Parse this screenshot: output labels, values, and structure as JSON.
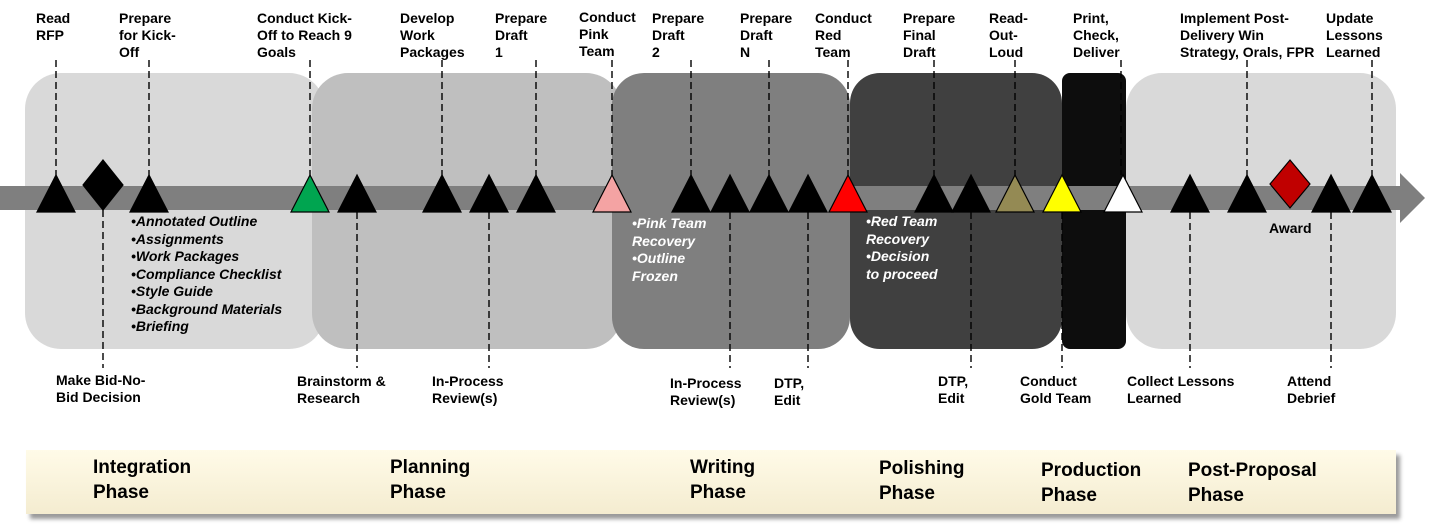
{
  "top_labels": [
    {
      "id": "read-rfp",
      "text": "Read\nRFP"
    },
    {
      "id": "prepare-kickoff",
      "text": "Prepare\nfor Kick-\nOff"
    },
    {
      "id": "conduct-kickoff",
      "text": "Conduct Kick-\nOff to Reach 9\nGoals"
    },
    {
      "id": "develop-wp",
      "text": "Develop\nWork\nPackages"
    },
    {
      "id": "prepare-draft-1",
      "text": "Prepare\nDraft\n1"
    },
    {
      "id": "conduct-pink",
      "text": "Conduct\nPink\nTeam"
    },
    {
      "id": "prepare-draft-2",
      "text": "Prepare\nDraft\n2"
    },
    {
      "id": "prepare-draft-n",
      "text": "Prepare\nDraft\nN"
    },
    {
      "id": "conduct-red",
      "text": "Conduct\nRed\nTeam"
    },
    {
      "id": "prepare-final",
      "text": "Prepare\nFinal\nDraft"
    },
    {
      "id": "read-out-loud",
      "text": "Read-\nOut-\nLoud"
    },
    {
      "id": "print-check",
      "text": "Print,\nCheck,\nDeliver"
    },
    {
      "id": "implement-post",
      "text": "Implement Post-\nDelivery Win\nStrategy, Orals, FPR"
    },
    {
      "id": "update-lessons",
      "text": "Update\nLessons\nLearned"
    }
  ],
  "bottom_labels": [
    {
      "id": "bid-no-bid",
      "text": "Make Bid-No-\nBid Decision"
    },
    {
      "id": "brainstorm",
      "text": "Brainstorm &\nResearch"
    },
    {
      "id": "inprocess-1",
      "text": "In-Process\nReview(s)"
    },
    {
      "id": "inprocess-2",
      "text": "In-Process\nReview(s)"
    },
    {
      "id": "dtp-1",
      "text": "DTP,\nEdit"
    },
    {
      "id": "dtp-2",
      "text": "DTP,\nEdit"
    },
    {
      "id": "gold-team",
      "text": "Conduct\nGold Team"
    },
    {
      "id": "collect-lessons",
      "text": "Collect Lessons\nLearned"
    },
    {
      "id": "debrief",
      "text": "Attend\nDebrief"
    }
  ],
  "award_label": "Award",
  "deliverables": [
    "•Annotated Outline",
    "•Assignments",
    "•Work Packages",
    "•Compliance Checklist",
    "•Style Guide",
    "•Background Materials",
    "•Briefing"
  ],
  "pink_notes": [
    "•Pink Team",
    "Recovery",
    "•Outline",
    "Frozen"
  ],
  "red_notes": [
    "•Red Team",
    "Recovery",
    "•Decision",
    "to proceed"
  ],
  "phases": [
    {
      "id": "integration",
      "text": "Integration\nPhase"
    },
    {
      "id": "planning",
      "text": "Planning\nPhase"
    },
    {
      "id": "writing",
      "text": "Writing\nPhase"
    },
    {
      "id": "polishing",
      "text": "Polishing\nPhase"
    },
    {
      "id": "production",
      "text": "Production\nPhase"
    },
    {
      "id": "post-proposal",
      "text": "Post-Proposal\nPhase"
    }
  ],
  "colors": {
    "integration_box": "#d9d9d9",
    "planning_box": "#bfbfbf",
    "writing_box": "#7f7f7f",
    "polishing_box": "#404040",
    "production_box": "#0d0d0d",
    "post_box": "#d9d9d9",
    "timeline": "#7f7f7f",
    "kickoff_marker": "#00a550",
    "pink_marker": "#f4a3a3",
    "red_marker": "#ff0000",
    "readout_marker": "#948a54",
    "gold_marker": "#ffff00",
    "print_marker": "#ffffff",
    "award_marker": "#c00000",
    "milestone": "#000000"
  }
}
